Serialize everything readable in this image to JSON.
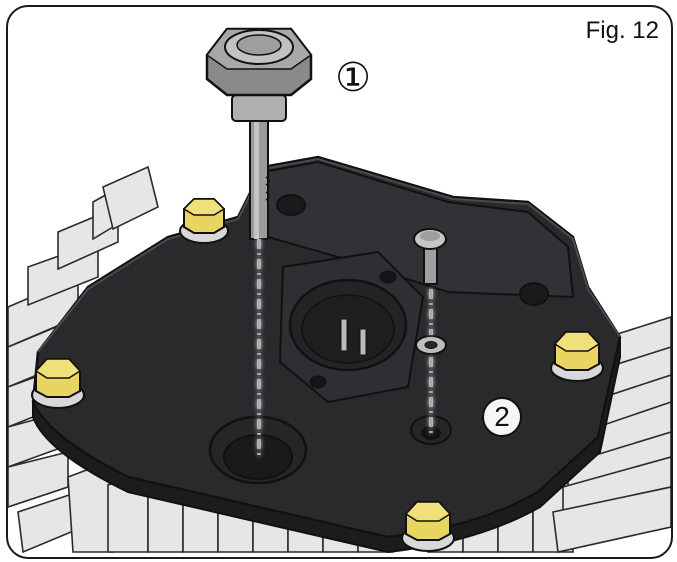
{
  "figure": {
    "label": "Fig. 12",
    "callouts": [
      "①",
      "2"
    ]
  },
  "colors": {
    "housing": "#2a2a2d",
    "fins": "#e6e6e6",
    "bolt_heads": "#e8d460",
    "outline": "#111111"
  }
}
